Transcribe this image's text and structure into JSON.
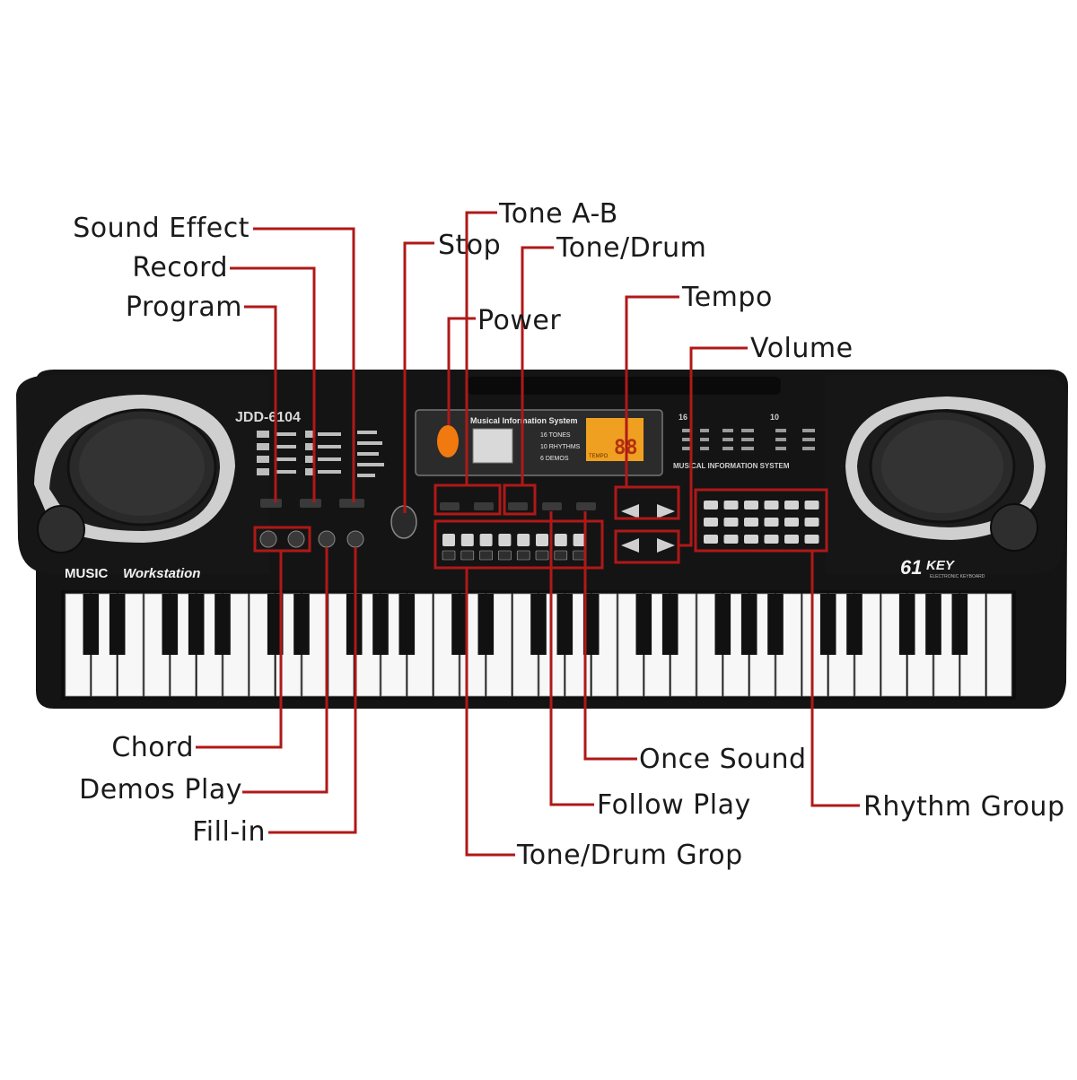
{
  "keyboard": {
    "model": "JDD-6104",
    "brand_left": "MUSIC",
    "brand_right": "Workstation",
    "key_count": "61",
    "key_word": "KEY",
    "key_sub": "ELECTRONIC KEYBOARD",
    "display_title": "Musical Information System",
    "display_lines": [
      "16 TONES",
      "10 RHYTHMS",
      "6 DEMOS"
    ],
    "display_digits": "88",
    "display_tempo": "TEMPO",
    "panel_caption": "MUSICAL INFORMATION SYSTEM",
    "panel_left_head": "16",
    "panel_right_head": "10"
  },
  "labels": {
    "sound_effect": "Sound Effect",
    "record": "Record",
    "program": "Program",
    "tone_ab": "Tone A-B",
    "stop": "Stop",
    "tone_drum": "Tone/Drum",
    "power": "Power",
    "tempo": "Tempo",
    "volume": "Volume",
    "chord": "Chord",
    "demos_play": "Demos Play",
    "fill_in": "Fill-in",
    "once_sound": "Once Sound",
    "follow_play": "Follow Play",
    "rhythm_group": "Rhythm Group",
    "tone_drum_group": "Tone/Drum Grop"
  },
  "colors": {
    "callout_line": "#b01818",
    "body": "#151515",
    "trim": "#c9c9c9",
    "display": "#f0a020"
  }
}
